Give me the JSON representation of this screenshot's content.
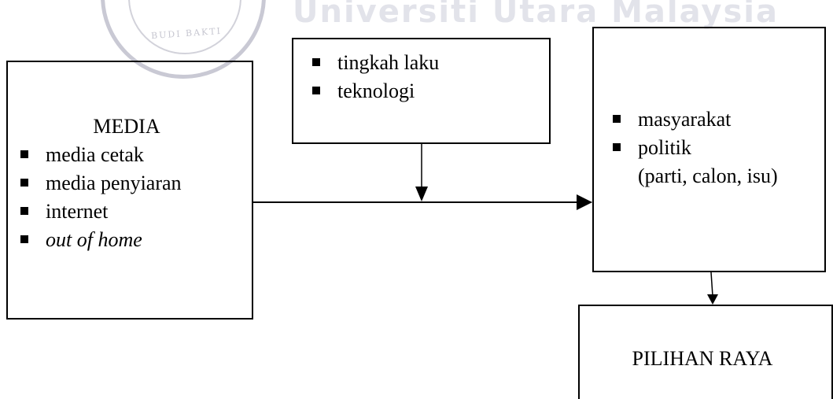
{
  "watermark": {
    "title": "Universiti Utara Malaysia",
    "seal_text": "BUDI BAKTI"
  },
  "media_box": {
    "title": "MEDIA",
    "items": [
      "media cetak",
      "media penyiaran",
      "internet",
      "out of home"
    ]
  },
  "moderator_box": {
    "items": [
      "tingkah laku",
      "teknologi"
    ]
  },
  "target_box": {
    "items": [
      "masyarakat",
      "politik"
    ],
    "politik_detail": "(parti, calon, isu)"
  },
  "result_box": {
    "title": "PILIHAN RAYA"
  }
}
